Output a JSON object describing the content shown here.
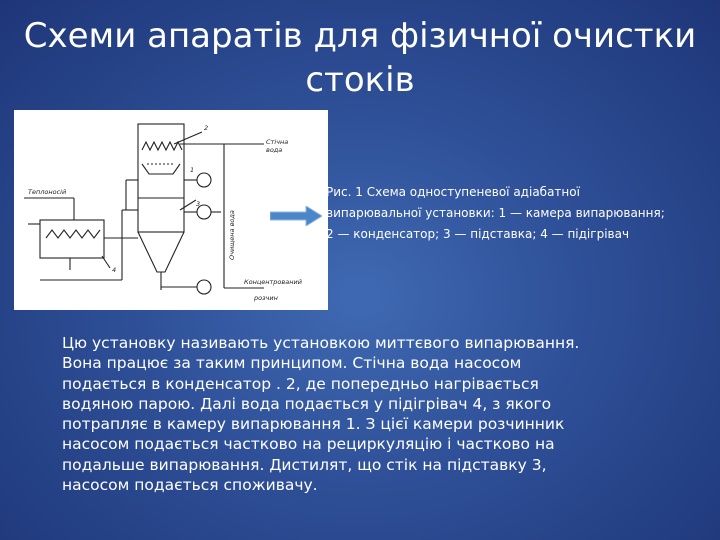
{
  "title": {
    "line1": "Схеми апаратів для фізичної очистки",
    "line2": "стоків"
  },
  "figure": {
    "labels": {
      "n2": "2",
      "stichna_voda_1": "Стічна",
      "stichna_voda_2": "вода",
      "teplonosiy": "Теплоносій",
      "n1": "1",
      "n3": "3",
      "ochyshchena_voda": "Очищена вода",
      "n4": "4",
      "koncentr_1": "Концентрований",
      "koncentr_2": "розчин"
    }
  },
  "caption": {
    "line1": "Рис. 1 Схема одноступеневої адіабатної",
    "line2": "випарювальної установки: 1 — камера випарювання;",
    "line3": "2 — конденсатор; 3 — підставка; 4 — підігрівач"
  },
  "body": {
    "lines": [
      "Цю установку називають установкою миттєвого випарювання.",
      "Вона працює за таким принципом. Стічна вода насосом",
      "подається в конденсатор . 2, де попередньо нагрівається",
      "водяною парою. Далі вода подається у підігрівач 4, з якого",
      "потрапляє в камеру випарювання 1. З цієї камери розчинник",
      "насосом подається частково на рециркуляцію і частково на",
      "подальше випарювання. Дистилят, що стік на підставку 3,",
      "насосом подається споживачу."
    ]
  },
  "colors": {
    "background": "#2e4f97",
    "text": "#ffffff",
    "arrow": "#4a86c8"
  }
}
